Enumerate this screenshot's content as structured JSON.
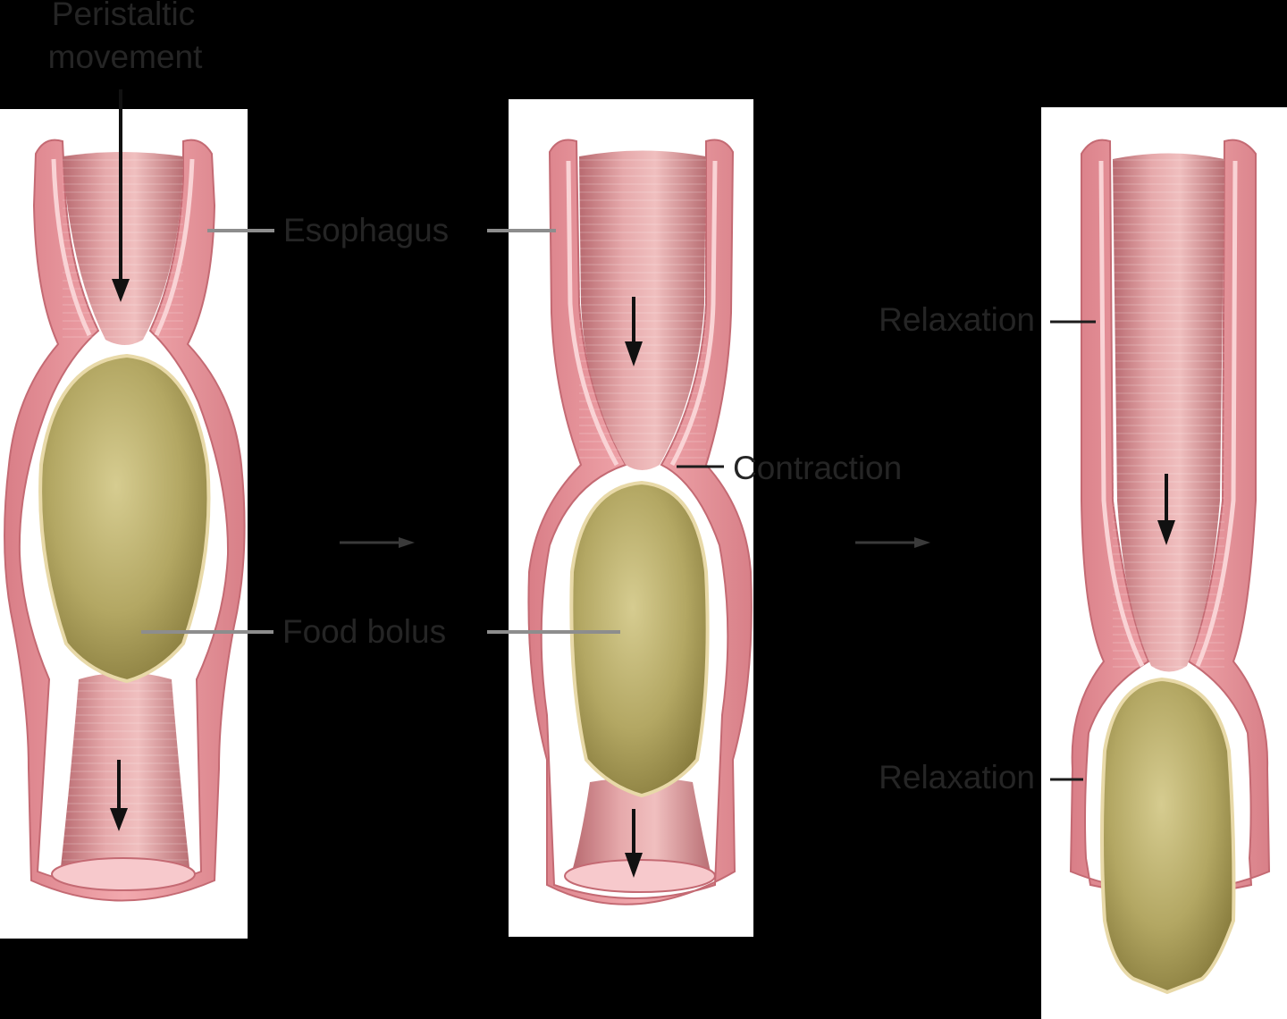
{
  "labels": {
    "peristaltic_line1": "Peristaltic",
    "peristaltic_line2": "movement",
    "esophagus": "Esophagus",
    "contraction": "Contraction",
    "food_bolus": "Food bolus",
    "relaxation_upper": "Relaxation",
    "relaxation_lower": "Relaxation"
  },
  "colors": {
    "background": "#000000",
    "panel": "#ffffff",
    "tube_wall": "#e89a9f",
    "tube_wall_edge": "#c86a74",
    "tube_lining": "#f7c9cc",
    "tube_lumen": "#cf8588",
    "bolus": "#a69a55",
    "bolus_light": "#cfc68a",
    "label_text": "#252525",
    "arrow": "#111111",
    "step_arrow": "#3a3a3a"
  },
  "icons": [
    "down-arrow-icon",
    "right-arrow-icon"
  ]
}
